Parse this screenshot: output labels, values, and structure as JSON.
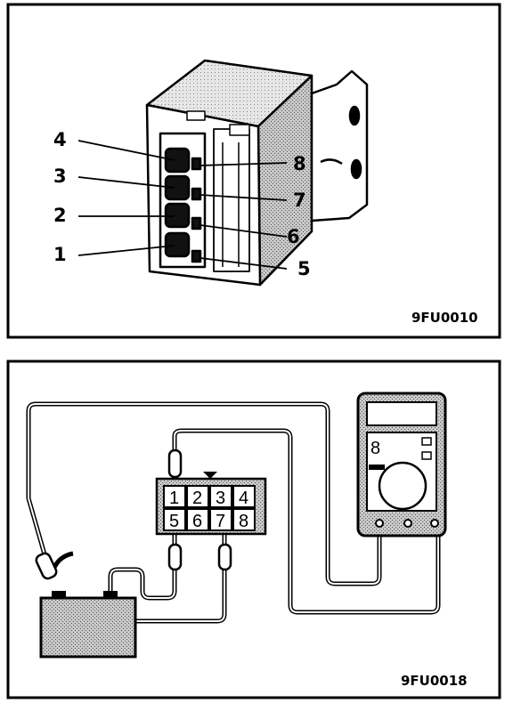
{
  "top_panel": {
    "code": "9FU0010",
    "terminals": [
      {
        "label": "1"
      },
      {
        "label": "2"
      },
      {
        "label": "3"
      },
      {
        "label": "4"
      },
      {
        "label": "5"
      },
      {
        "label": "6"
      },
      {
        "label": "7"
      },
      {
        "label": "8"
      }
    ]
  },
  "bottom_panel": {
    "code": "9FU0018",
    "connector_pins": [
      "1",
      "2",
      "3",
      "4",
      "5",
      "6",
      "7",
      "8"
    ],
    "meter_display": "8"
  }
}
